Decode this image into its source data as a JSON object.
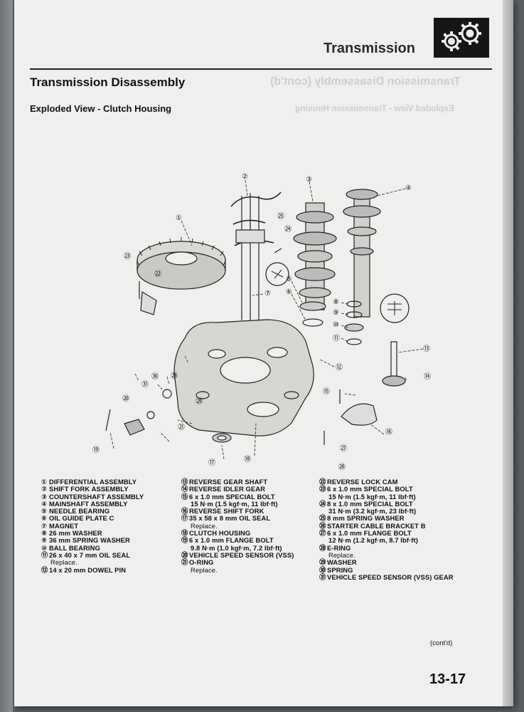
{
  "header": {
    "section": "Transmission",
    "icon": "gears-icon"
  },
  "title": "Transmission Disassembly",
  "subtitle": "Exploded View - Clutch Housing",
  "legend": {
    "col1": [
      {
        "num": "①",
        "label": "DIFFERENTIAL ASSEMBLY"
      },
      {
        "num": "②",
        "label": "SHIFT FORK ASSEMBLY"
      },
      {
        "num": "③",
        "label": "COUNTERSHAFT ASSEMBLY"
      },
      {
        "num": "④",
        "label": "MAINSHAFT ASSEMBLY"
      },
      {
        "num": "⑤",
        "label": "NEEDLE BEARING"
      },
      {
        "num": "⑥",
        "label": "OIL GUIDE PLATE C"
      },
      {
        "num": "⑦",
        "label": "MAGNET"
      },
      {
        "num": "⑧",
        "label": "26 mm WASHER"
      },
      {
        "num": "⑨",
        "label": "36 mm SPRING WASHER"
      },
      {
        "num": "⑩",
        "label": "BALL BEARING"
      },
      {
        "num": "⑪",
        "label": "26 x 40 x 7 mm OIL SEAL",
        "note": "Replace."
      },
      {
        "num": "⑫",
        "label": "14 x 20 mm DOWEL PIN"
      }
    ],
    "col2": [
      {
        "num": "⑬",
        "label": "REVERSE GEAR SHAFT"
      },
      {
        "num": "⑭",
        "label": "REVERSE IDLER GEAR"
      },
      {
        "num": "⑮",
        "label": "6 x 1.0 mm SPECIAL BOLT",
        "spec": "15 N·m (1.5 kgf·m, 11 lbf·ft)"
      },
      {
        "num": "⑯",
        "label": "REVERSE SHIFT FORK"
      },
      {
        "num": "⑰",
        "label": "35 x 58 x 8 mm OIL SEAL",
        "note": "Replace."
      },
      {
        "num": "⑱",
        "label": "CLUTCH HOUSING"
      },
      {
        "num": "⑲",
        "label": "6 x 1.0 mm FLANGE BOLT",
        "spec": "9.8 N·m (1.0 kgf·m, 7.2 lbf·ft)"
      },
      {
        "num": "⑳",
        "label": "VEHICLE SPEED SENSOR (VSS)"
      },
      {
        "num": "㉑",
        "label": "O-RING",
        "note": "Replace."
      }
    ],
    "col3": [
      {
        "num": "㉒",
        "label": "REVERSE LOCK CAM"
      },
      {
        "num": "㉓",
        "label": "6 x 1.0 mm SPECIAL BOLT",
        "spec": "15 N·m (1.5 kgf·m, 11 lbf·ft)"
      },
      {
        "num": "㉔",
        "label": "8 x 1.0 mm SPECIAL BOLT",
        "spec": "31 N·m (3.2 kgf·m, 23 lbf·ft)"
      },
      {
        "num": "㉕",
        "label": "8 mm SPRING WASHER"
      },
      {
        "num": "㉖",
        "label": "STARTER CABLE BRACKET B"
      },
      {
        "num": "㉗",
        "label": "6 x 1.0 mm FLANGE BOLT",
        "spec": "12 N·m (1.2 kgf·m, 8.7 lbf·ft)"
      },
      {
        "num": "㉘",
        "label": "E-RING",
        "note": "Replace."
      },
      {
        "num": "㉙",
        "label": "WASHER"
      },
      {
        "num": "㉚",
        "label": "SPRING"
      },
      {
        "num": "㉛",
        "label": "VEHICLE SPEED SENSOR (VSS) GEAR"
      }
    ]
  },
  "callouts": [
    "①",
    "②",
    "③",
    "④",
    "⑤",
    "⑥",
    "⑦",
    "⑧",
    "⑨",
    "⑩",
    "⑪",
    "⑫",
    "⑬",
    "⑭",
    "⑮",
    "⑯",
    "⑰",
    "⑱",
    "⑲",
    "⑳",
    "㉑",
    "㉒",
    "㉓",
    "㉔",
    "㉕",
    "㉖",
    "㉗",
    "㉘",
    "㉙",
    "㉚",
    "㉛"
  ],
  "footer": {
    "contd": "(cont'd)",
    "page": "13-17"
  }
}
